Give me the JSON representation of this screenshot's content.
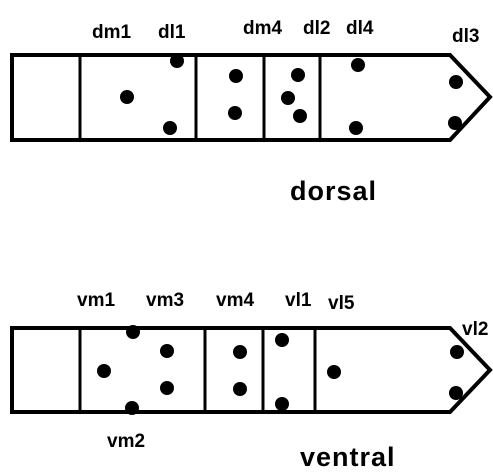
{
  "diagrams": {
    "dorsal": {
      "title": "dorsal",
      "labels": {
        "dm1": "dm1",
        "dl1": "dl1",
        "dm4": "dm4",
        "dl2": "dl2",
        "dl4": "dl4",
        "dl3": "dl3"
      }
    },
    "ventral": {
      "title": "ventral",
      "labels": {
        "vm1": "vm1",
        "vm3": "vm3",
        "vm4": "vm4",
        "vl1": "vl1",
        "vl5": "vl5",
        "vl2": "vl2",
        "vm2": "vm2"
      }
    }
  }
}
